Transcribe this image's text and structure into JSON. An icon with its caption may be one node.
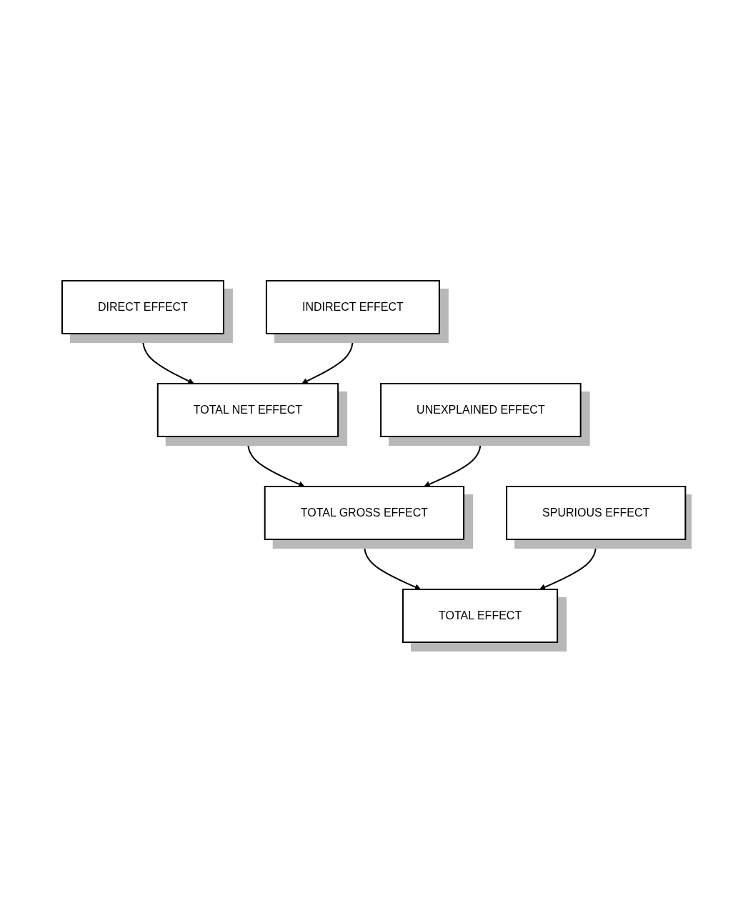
{
  "diagram": {
    "nodes": [
      {
        "text": [
          "DIRECT EFFECT"
        ]
      },
      {
        "text": [
          "INDIRECT EFFECT"
        ]
      },
      {
        "text": [
          "TOTAL NET EFFECT"
        ]
      },
      {
        "text": [
          "UNEXPLAINED EFFECT"
        ]
      },
      {
        "text": [
          "TOTAL GROSS EFFECT"
        ]
      },
      {
        "text": [
          "SPURIOUS EFFECT"
        ]
      },
      {
        "text": [
          "TOTAL EFFECT"
        ]
      }
    ],
    "edges": [
      {
        "from": 0,
        "to": 2,
        "arrow": "to"
      },
      {
        "from": 1,
        "to": 2,
        "arrow": "to"
      },
      {
        "from": 2,
        "to": 4,
        "arrow": "to"
      },
      {
        "from": 3,
        "to": 4,
        "arrow": "to"
      },
      {
        "from": 4,
        "to": 6,
        "arrow": "to"
      },
      {
        "from": 5,
        "to": 6,
        "arrow": "to"
      }
    ]
  }
}
